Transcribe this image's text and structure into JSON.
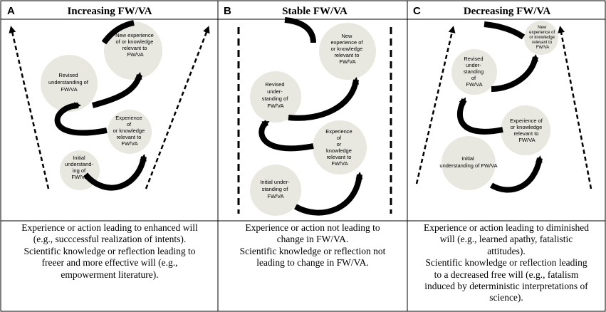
{
  "panels": [
    {
      "letter": "A",
      "title": "Increasing FW/VA",
      "circles": {
        "top": [
          "New experience",
          "of or knowledge",
          "relevant to",
          "FW/VA"
        ],
        "revised": [
          "Revised",
          "understanding of",
          "FW/VA"
        ],
        "experience": [
          "Experience",
          "of",
          "or knowledge",
          "relevant to",
          "FW/VA"
        ],
        "initial": [
          "Initial",
          "understand-",
          "ing of",
          "FW/VA"
        ]
      },
      "caption": [
        "Experience or action leading to enhanced will",
        "(e.g., succcessful realization of intents).",
        "Scientific knowledge or reflection leading to",
        "freeer and more effective will (e.g.,",
        "empowerment literature)."
      ]
    },
    {
      "letter": "B",
      "title": "Stable FW/VA",
      "circles": {
        "top": [
          "New",
          "experience of",
          "or knowledge",
          "relevant to",
          "FW/VA"
        ],
        "revised": [
          "Revised",
          "under-",
          "standing of",
          "FW/VA"
        ],
        "experience": [
          "Experience",
          "of",
          "or",
          "knowledge",
          "relevant to",
          "FW/VA"
        ],
        "initial": [
          "Initial under-",
          "standing of",
          "FW/VA"
        ]
      },
      "caption": [
        "Experience or action not leading to",
        "change in FW/VA.",
        "Scientific knowledge or reflection not",
        "leading to change in FW/VA."
      ]
    },
    {
      "letter": "C",
      "title": "Decreasing FW/VA",
      "circles": {
        "top": [
          "New",
          "experience of",
          "or knowledge",
          "relevant to",
          "FW/VA"
        ],
        "revised": [
          "Revised",
          "under-",
          "standing",
          "of",
          "FW/VA"
        ],
        "experience": [
          "Experience of",
          "or knowledge",
          "relevant to",
          "FW/VA"
        ],
        "initial": [
          "Initial",
          "understanding of FW/VA"
        ]
      },
      "caption": [
        "Experience or action leading to diminished",
        "will (e.g., learned apathy, fatalistic",
        "attitudes).",
        "Scientific knowledge or reflection leading",
        "to a decreased free will (e.g., fatalism",
        "induced by deterministic interpretations of",
        "science)."
      ]
    }
  ]
}
